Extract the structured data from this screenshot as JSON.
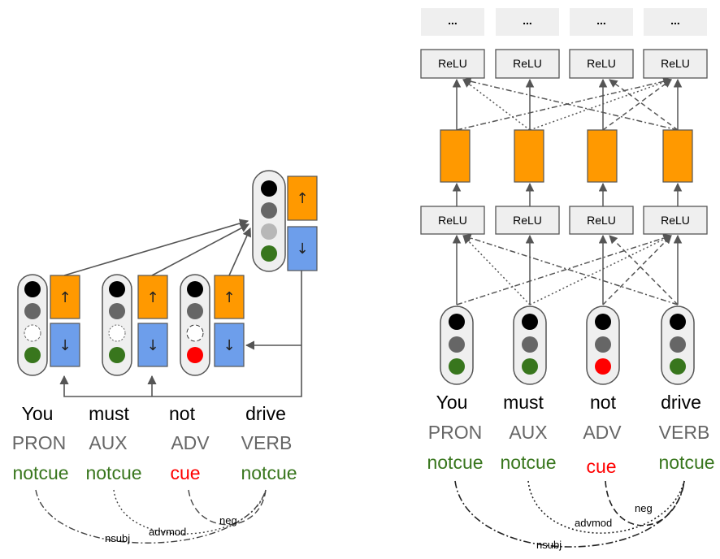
{
  "colors": {
    "orange": "#ff9900",
    "blue": "#6d9eeb",
    "cue": "#ff0000",
    "notcue": "#38761d",
    "gray_text": "#666666",
    "light_black": "#000000",
    "light_gray": "#666666",
    "light_light_gray": "#b7b7b7",
    "light_red": "#ff0000",
    "light_green": "#38761d",
    "relu_fill": "#efefef"
  },
  "left": {
    "words": [
      "You",
      "must",
      "not",
      "drive"
    ],
    "pos": [
      "PRON",
      "AUX",
      "ADV",
      "VERB"
    ],
    "labels": [
      "notcue",
      "notcue",
      "cue",
      "notcue"
    ],
    "deps": {
      "nsubj": "nsubj",
      "advmod": "advmod",
      "neg": "neg"
    },
    "arrow_up": "↑",
    "arrow_down": "↓",
    "icons": [
      "traffic-light-icon",
      "arrow-up-icon",
      "arrow-down-icon"
    ]
  },
  "right": {
    "words": [
      "You",
      "must",
      "not",
      "drive"
    ],
    "pos": [
      "PRON",
      "AUX",
      "ADV",
      "VERB"
    ],
    "labels": [
      "notcue",
      "notcue",
      "cue",
      "notcue"
    ],
    "relu": "ReLU",
    "ellipsis": "...",
    "deps": {
      "nsubj": "nsubj",
      "advmod": "advmod",
      "neg": "neg"
    }
  }
}
